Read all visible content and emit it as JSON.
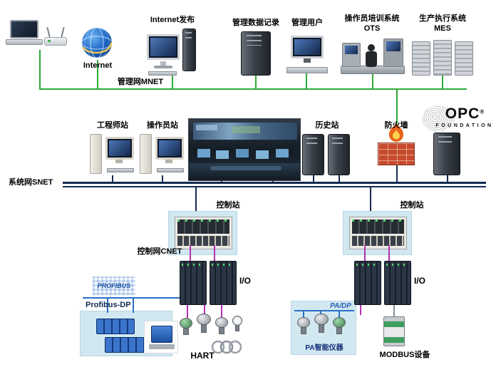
{
  "colors": {
    "mnet_green": "#2faa35",
    "snet_navy": "#152a52",
    "cnet_magenta": "#b32fb3",
    "profibus_blue": "#2a6fc9",
    "panel_lightblue": "#d2e8f1",
    "firewall_red": "#c74a2e"
  },
  "top_row": {
    "internet_label": "Internet",
    "internet_publish": "Internet发布",
    "mgmt_data_record": "管理数据记录",
    "mgmt_user": "管理用户",
    "ots_title": "操作员培训系统",
    "ots_abbr": "OTS",
    "mes_title": "生产执行系统",
    "mes_abbr": "MES"
  },
  "networks": {
    "mnet": "管理网MNET",
    "snet": "系统网SNET",
    "cnet": "控制网CNET"
  },
  "system_row": {
    "engineer_station": "工程师站",
    "operator_station": "操作员站",
    "history_station": "历史站",
    "firewall": "防火墙",
    "opc": "OPC",
    "opc_reg": "®",
    "opc_foundation": "FOUNDATION"
  },
  "control_row": {
    "station_left": "控制站",
    "station_right": "控制站",
    "io_left": "I/O",
    "io_right": "I/O"
  },
  "field_row": {
    "profibus_logo": "PROFIBUS",
    "profibus_dp": "Profibus-DP",
    "hart": "HART",
    "pa_dp": "PA/DP",
    "pa_instruments": "PA智能仪器",
    "modbus_devices": "MODBUS设备"
  }
}
